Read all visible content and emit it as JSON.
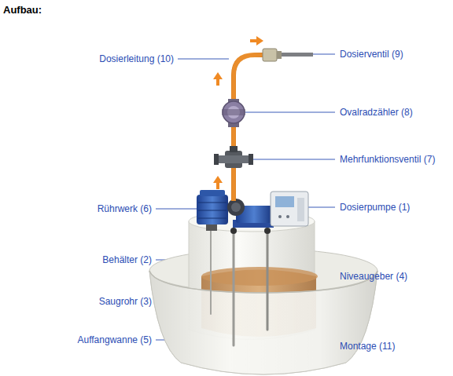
{
  "diagram": {
    "title": "Aufbau:",
    "labels": [
      "Dosierventil (9)",
      "Dosierleitung (10)",
      "Ovalradzähler (8)",
      "Mehrfunktionsventil (7)",
      "Dosierpumpe (1)",
      "Rührwerk (6)",
      "Behälter (2)",
      "Niveaugeber (4)",
      "Saugrohr (3)",
      "Auffangwanne (5)",
      "Montage (11)"
    ]
  }
}
